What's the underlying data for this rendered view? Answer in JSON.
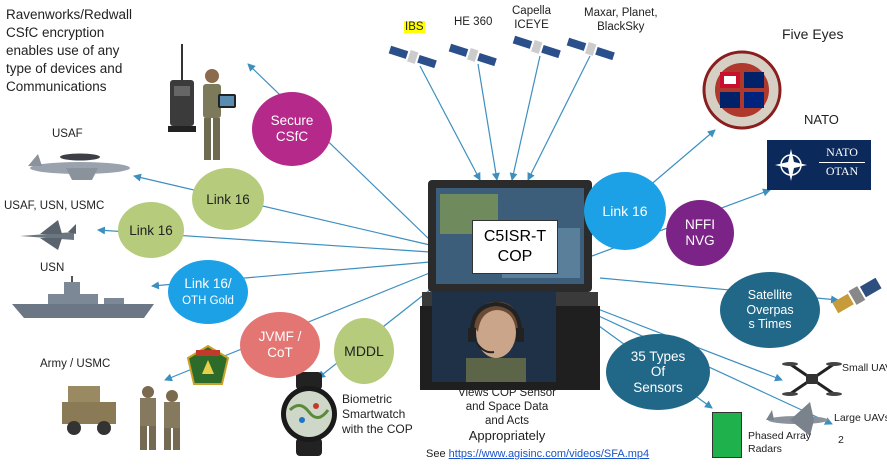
{
  "top_left_note": [
    "Ravenworks/Redwall",
    "CSfC encryption",
    "enables use of any",
    "type of devices and",
    "Communications"
  ],
  "satellites": {
    "ibs": "IBS",
    "he360": "HE 360",
    "capella": [
      "Capella",
      "ICEYE"
    ],
    "maxar": [
      "Maxar, Planet,",
      "BlackSky"
    ]
  },
  "five_eyes": "Five Eyes",
  "nato_label": "NATO",
  "nato_flag": [
    "NATO",
    "OTAN"
  ],
  "left_labels": {
    "usaf": "USAF",
    "usaf_usn_usmc": "USAF, USN, USMC",
    "usn": "USN",
    "army_usmc": "Army / USMC"
  },
  "bubbles": {
    "secure_csfc": [
      "Secure",
      "CSfC"
    ],
    "link16_a": "Link 16",
    "link16_b": "Link 16",
    "link16_oth": [
      "Link 16/",
      "OTH Gold"
    ],
    "jvmf": [
      "JVMF /",
      "CoT"
    ],
    "mddl": "MDDL",
    "link16_right": "Link 16",
    "nffi": [
      "NFFI",
      "NVG"
    ],
    "satellite": [
      "Satellite",
      "Overpas",
      "s Times"
    ],
    "sensors": [
      "35 Types",
      "Of",
      "Sensors"
    ]
  },
  "cop_box": [
    "C5ISR-T",
    "COP"
  ],
  "operator_caption": [
    "Views COP Sensor",
    "and Space Data",
    "and Acts"
  ],
  "operator_caption_big": "Appropriately",
  "smartwatch": [
    "Biometric",
    "Smartwatch",
    "with the COP"
  ],
  "sensors_right": {
    "small_uav": "Small UAV",
    "large_uav": "Large UAVs",
    "phased": [
      "Phased Array",
      "Radars"
    ],
    "num": "2"
  },
  "footer": {
    "see": "See",
    "url": "https://www.agisinc.com/videos/SFA.mp4"
  },
  "colors": {
    "magenta": "#b5298a",
    "olive": "#b6cc7c",
    "cyan": "#1da1e6",
    "salmon": "#e37573",
    "purple": "#7b2386",
    "teal": "#216788",
    "arrow": "#3d8fc0",
    "highlight": "#ffff00"
  }
}
